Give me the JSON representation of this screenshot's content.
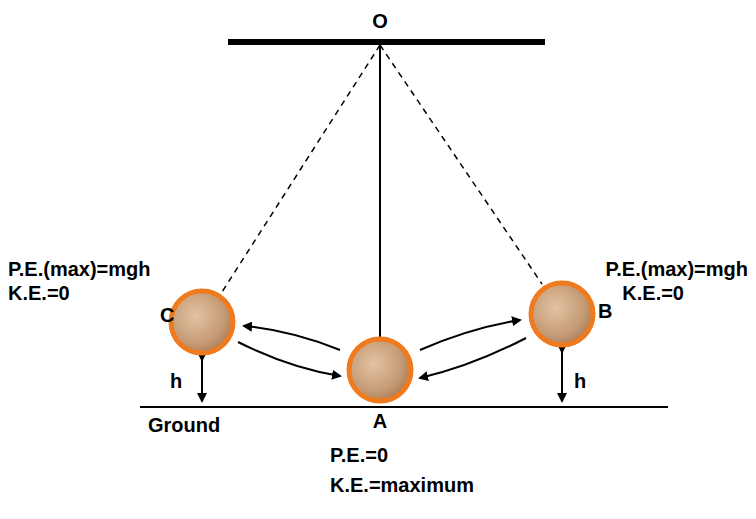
{
  "diagram": {
    "labels": [
      "O",
      "P.E.(max)=mgh",
      "K.E.=0",
      "C",
      "h",
      "Ground",
      "P.E.(max)=mgh",
      "K.E.=0",
      "B",
      "h",
      "A",
      "P.E.=0",
      "K.E.=maximum"
    ]
  }
}
